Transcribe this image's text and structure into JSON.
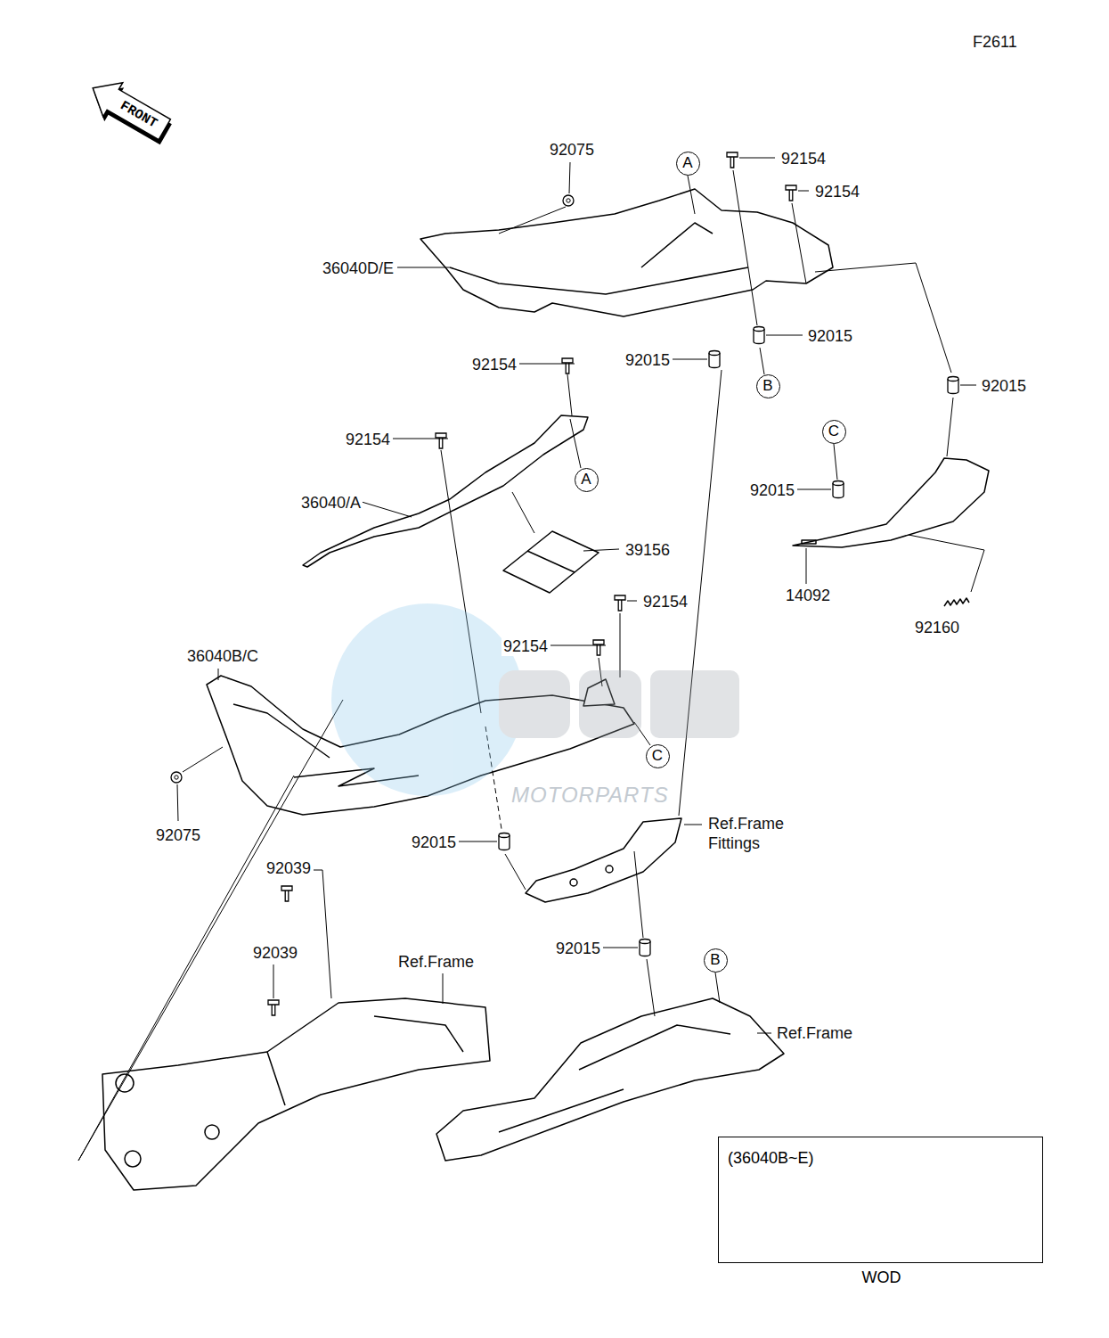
{
  "diagram": {
    "nodes": [
      {
        "text": [
          "FRONT"
        ]
      },
      {
        "text": [
          "A"
        ]
      },
      {
        "text": [
          "B"
        ]
      },
      {
        "text": [
          "C"
        ]
      },
      {
        "text": [
          "A"
        ]
      },
      {
        "text": [
          "C"
        ]
      },
      {
        "text": [
          "B"
        ]
      },
      {
        "text": [
          "(36040B~E)",
          "WOD"
        ]
      }
    ],
    "labels": [
      "F2611",
      "92075",
      "36040D/E",
      "92154",
      "92154",
      "92015",
      "92015",
      "92015",
      "92154",
      "92154",
      "36040/A",
      "39156",
      "92015",
      "14092",
      "92160",
      "92154",
      "92154",
      "36040B/C",
      "92075",
      "MOTORPARTS",
      "Ref.Frame Fittings",
      "92015",
      "92039",
      "92039",
      "Ref.Frame",
      "92015",
      "Ref.Frame"
    ]
  }
}
